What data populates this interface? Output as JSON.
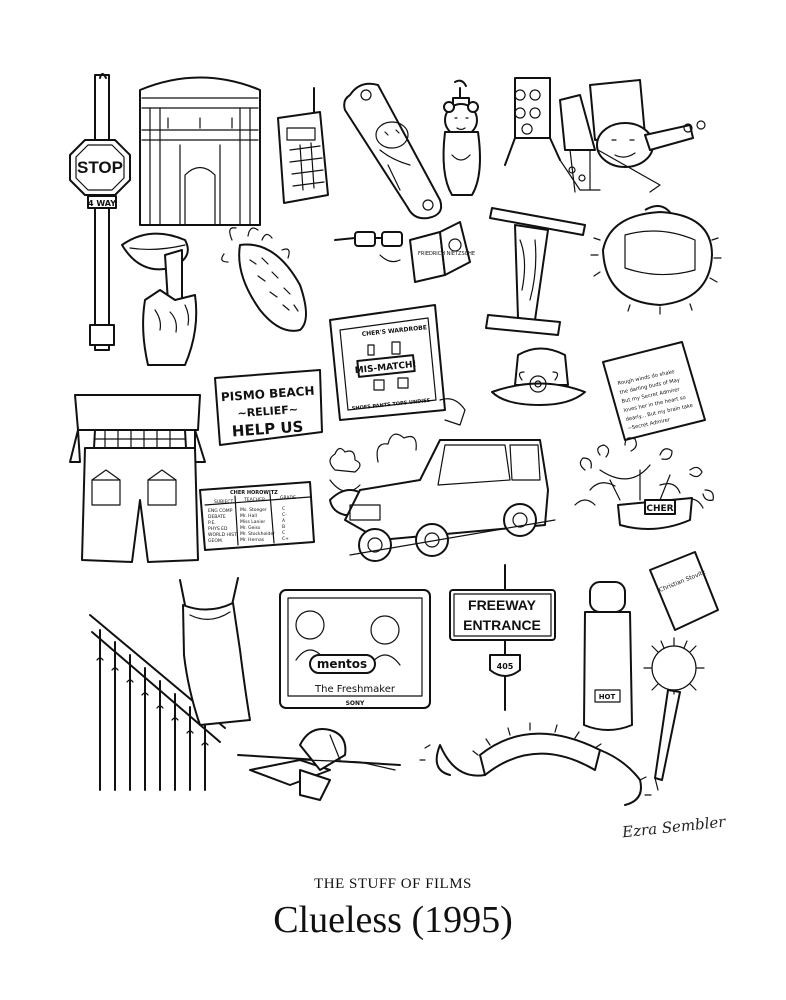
{
  "poster": {
    "series_label": "THE STUFF OF FILMS",
    "film_title": "Clueless (1995)",
    "artist_signature": "Ezra Sembler"
  },
  "items": {
    "stop_sign": {
      "icon": "stop-sign-icon",
      "text": "STOP",
      "plate": "4 WAY"
    },
    "house": {
      "icon": "mansion-icon"
    },
    "phone": {
      "icon": "cellphone-icon"
    },
    "skateboard": {
      "icon": "skateboard-icon"
    },
    "honey_bear": {
      "icon": "honey-bear-icon"
    },
    "shopping": {
      "icon": "shopping-cart-icon"
    },
    "lipstick": {
      "icon": "lipstick-icon"
    },
    "bbq": {
      "icon": "burning-pinecone-icon"
    },
    "glasses_card": {
      "icon": "glasses-and-card-icon",
      "card_text": "FRIEDRICH NIETZSCHE"
    },
    "podium": {
      "icon": "podium-icon"
    },
    "backpack": {
      "icon": "fuzzy-backpack-icon"
    },
    "pismo": {
      "icon": "relief-sign-icon",
      "lines": [
        "PISMO BEACH",
        "~RELIEF~",
        "HELP US"
      ]
    },
    "wardrobe": {
      "icon": "wardrobe-computer-icon",
      "header": "CHER'S WARDROBE",
      "mismatch": "MIS-MATCH!",
      "labels": "SHOES PANTS TOPS UNDIES"
    },
    "hat": {
      "icon": "flower-hat-icon"
    },
    "note": {
      "icon": "secret-admirer-note-icon",
      "lines": [
        "Rough winds do shake",
        "the darling buds of May",
        "But my Secret Admirer",
        "loves her in the heart so",
        "dearly... But my brain take",
        "~Secret Admirer"
      ]
    },
    "outfit": {
      "icon": "plaid-outfit-icon"
    },
    "report": {
      "icon": "report-card-icon",
      "header": "CHER HOROWITZ",
      "cols": [
        "SUBJECT",
        "TEACHER",
        "GRADE"
      ],
      "rows": [
        [
          "ENG COMP",
          "Ms. Stoeger",
          "C"
        ],
        [
          "DEBATE",
          "Mr. Hall",
          "C-"
        ],
        [
          "P.E.",
          "Miss Lanier",
          "A"
        ],
        [
          "PHYS ED",
          "Mr. Geiss",
          "B"
        ],
        [
          "WORLD HIST",
          "Mr. Stockholder",
          "C"
        ],
        [
          "GEOM.",
          "Mr. Hernas",
          "C+"
        ]
      ]
    },
    "jeep": {
      "icon": "jeep-crash-icon"
    },
    "flowers": {
      "icon": "flower-arrangement-icon",
      "tag": "CHER"
    },
    "stairs": {
      "icon": "staircase-icon"
    },
    "dress": {
      "icon": "slip-dress-icon"
    },
    "tv": {
      "icon": "tv-commercial-icon",
      "brand": "mentos",
      "slogan": "The Freshmaker",
      "set_brand": "SONY"
    },
    "freeway": {
      "icon": "freeway-sign-icon",
      "lines": [
        "FREEWAY",
        "ENTRANCE"
      ],
      "route": "405"
    },
    "thermos": {
      "icon": "thermos-icon",
      "label": "HOT"
    },
    "envelope": {
      "icon": "envelope-icon",
      "addr": "Christian Stovitz"
    },
    "pen": {
      "icon": "fuzzy-pen-icon"
    },
    "racket": {
      "icon": "tennis-racket-icon"
    },
    "headband": {
      "icon": "fur-hat-icon"
    }
  }
}
